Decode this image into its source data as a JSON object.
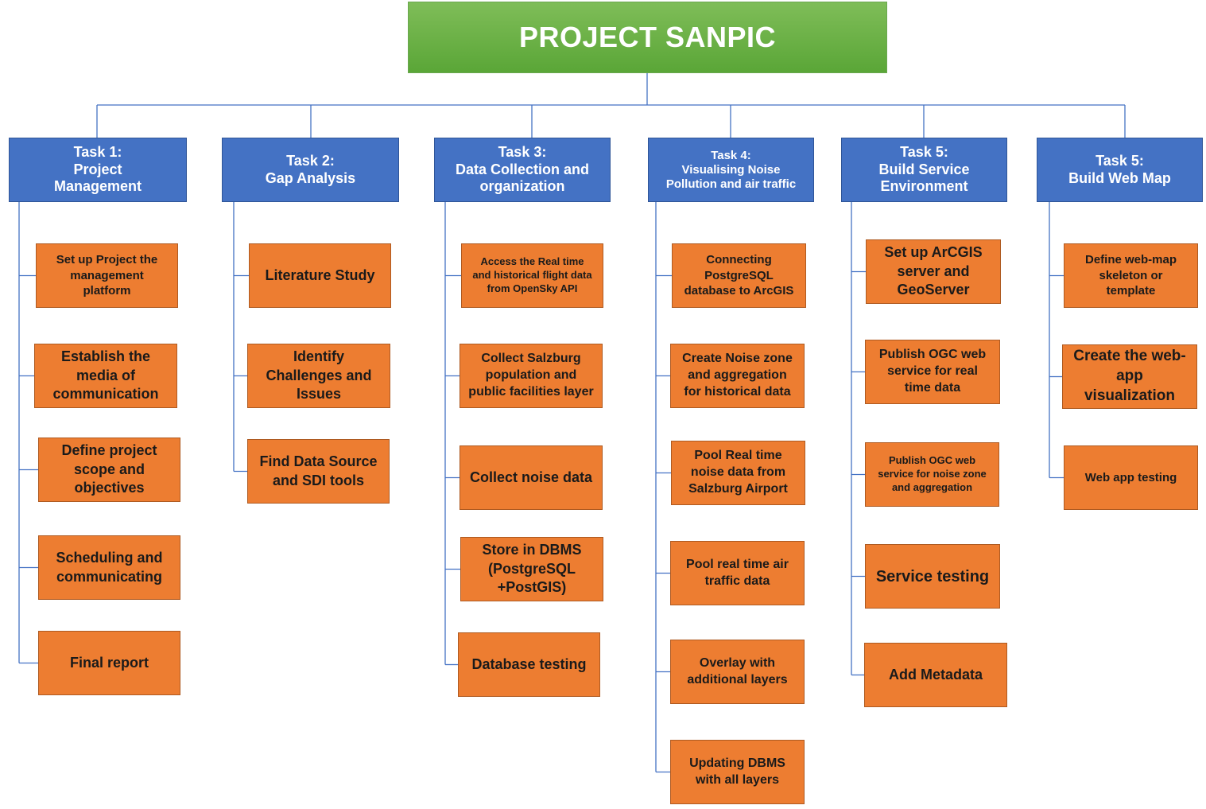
{
  "title": "PROJECT SANPIC",
  "colors": {
    "root": "#70ad47",
    "task": "#4472c4",
    "item": "#ed7d31",
    "connector": "#4472c4"
  },
  "tasks": [
    {
      "label": "Task 1:\nProject\nManagement",
      "items": [
        "Set up Project the\nmanagement\nplatform",
        "Establish the\nmedia of\ncommunication",
        "Define project\nscope and\nobjectives",
        "Scheduling and\ncommunicating",
        "Final report"
      ]
    },
    {
      "label": "Task 2:\nGap Analysis",
      "items": [
        "Literature Study",
        "Identify\nChallenges and\nIssues",
        "Find Data Source\nand SDI tools"
      ]
    },
    {
      "label": "Task 3:\nData Collection and\norganization",
      "items": [
        "Access the Real time\nand historical flight data\nfrom OpenSky API",
        "Collect Salzburg\npopulation and\npublic facilities layer",
        "Collect noise data",
        "Store in DBMS\n(PostgreSQL\n+PostGIS)",
        "Database testing"
      ]
    },
    {
      "label": "Task 4:\nVisualising Noise\nPollution and air traffic",
      "items": [
        "Connecting\nPostgreSQL\ndatabase to ArcGIS",
        "Create Noise zone\nand aggregation\nfor historical data",
        "Pool Real time\nnoise data from\nSalzburg Airport",
        "Pool real time air\ntraffic data",
        "Overlay with\nadditional layers",
        "Updating DBMS\nwith all layers"
      ]
    },
    {
      "label": "Task 5:\nBuild Service\nEnvironment",
      "items": [
        "Set up ArCGIS\nserver and\nGeoServer",
        "Publish OGC web\nservice for real\ntime data",
        "Publish OGC web\nservice for noise zone\nand aggregation",
        "Service testing",
        "Add Metadata"
      ]
    },
    {
      "label": "Task 5:\nBuild Web Map",
      "items": [
        "Define web-map\nskeleton or\ntemplate",
        "Create the web-\napp\nvisualization",
        "Web app testing"
      ]
    }
  ]
}
